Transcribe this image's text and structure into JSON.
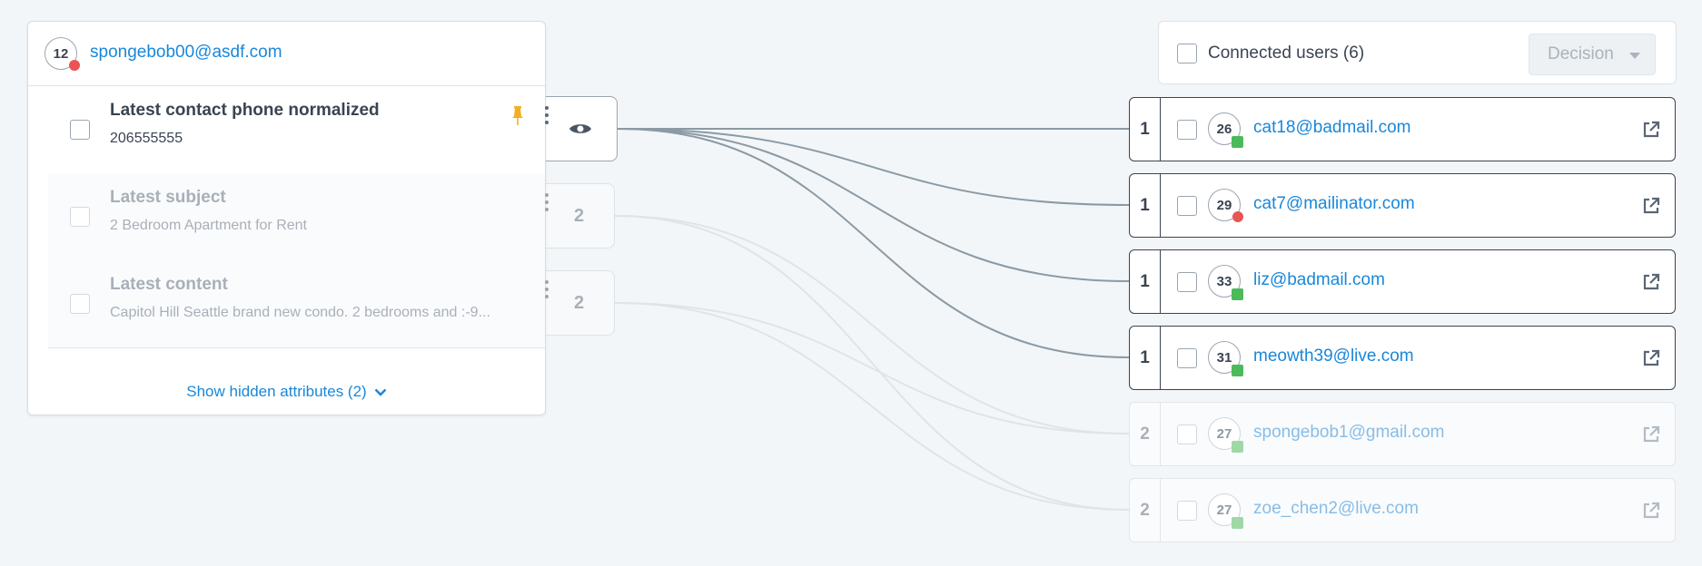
{
  "source": {
    "score": "12",
    "status_color": "#e85552",
    "email": "spongebob00@asdf.com"
  },
  "attributes": [
    {
      "title": "Latest contact phone normalized",
      "value": "206555555",
      "pinned": true,
      "link_count": "",
      "visible": true
    },
    {
      "title": "Latest subject",
      "value": "2 Bedroom Apartment for Rent",
      "pinned": false,
      "link_count": "2",
      "visible": false
    },
    {
      "title": "Latest content",
      "value": "Capitol Hill Seattle brand new condo. 2 bedrooms and :-9...",
      "pinned": false,
      "link_count": "2",
      "visible": false
    }
  ],
  "show_hidden_label": "Show hidden attributes (2)",
  "connected": {
    "label": "Connected users (6)",
    "decision_label": "Decision"
  },
  "users": [
    {
      "count": "1",
      "score": "26",
      "email": "cat18@badmail.com",
      "status": "green",
      "active": true
    },
    {
      "count": "1",
      "score": "29",
      "email": "cat7@mailinator.com",
      "status": "red",
      "active": true
    },
    {
      "count": "1",
      "score": "33",
      "email": "liz@badmail.com",
      "status": "green",
      "active": true
    },
    {
      "count": "1",
      "score": "31",
      "email": "meowth39@live.com",
      "status": "green",
      "active": true
    },
    {
      "count": "2",
      "score": "27",
      "email": "spongebob1@gmail.com",
      "status": "green",
      "active": false
    },
    {
      "count": "2",
      "score": "27",
      "email": "zoe_chen2@live.com",
      "status": "green",
      "active": false
    }
  ],
  "colors": {
    "link": "#1a87d9",
    "status_green": "#4cba5a",
    "status_red": "#e85552",
    "pin": "#f1b023"
  },
  "icons": {
    "visibility": "eye-icon",
    "pin": "pin-icon",
    "menu": "kebab-menu-icon",
    "expand": "chevron-down-icon",
    "open": "external-link-icon"
  }
}
